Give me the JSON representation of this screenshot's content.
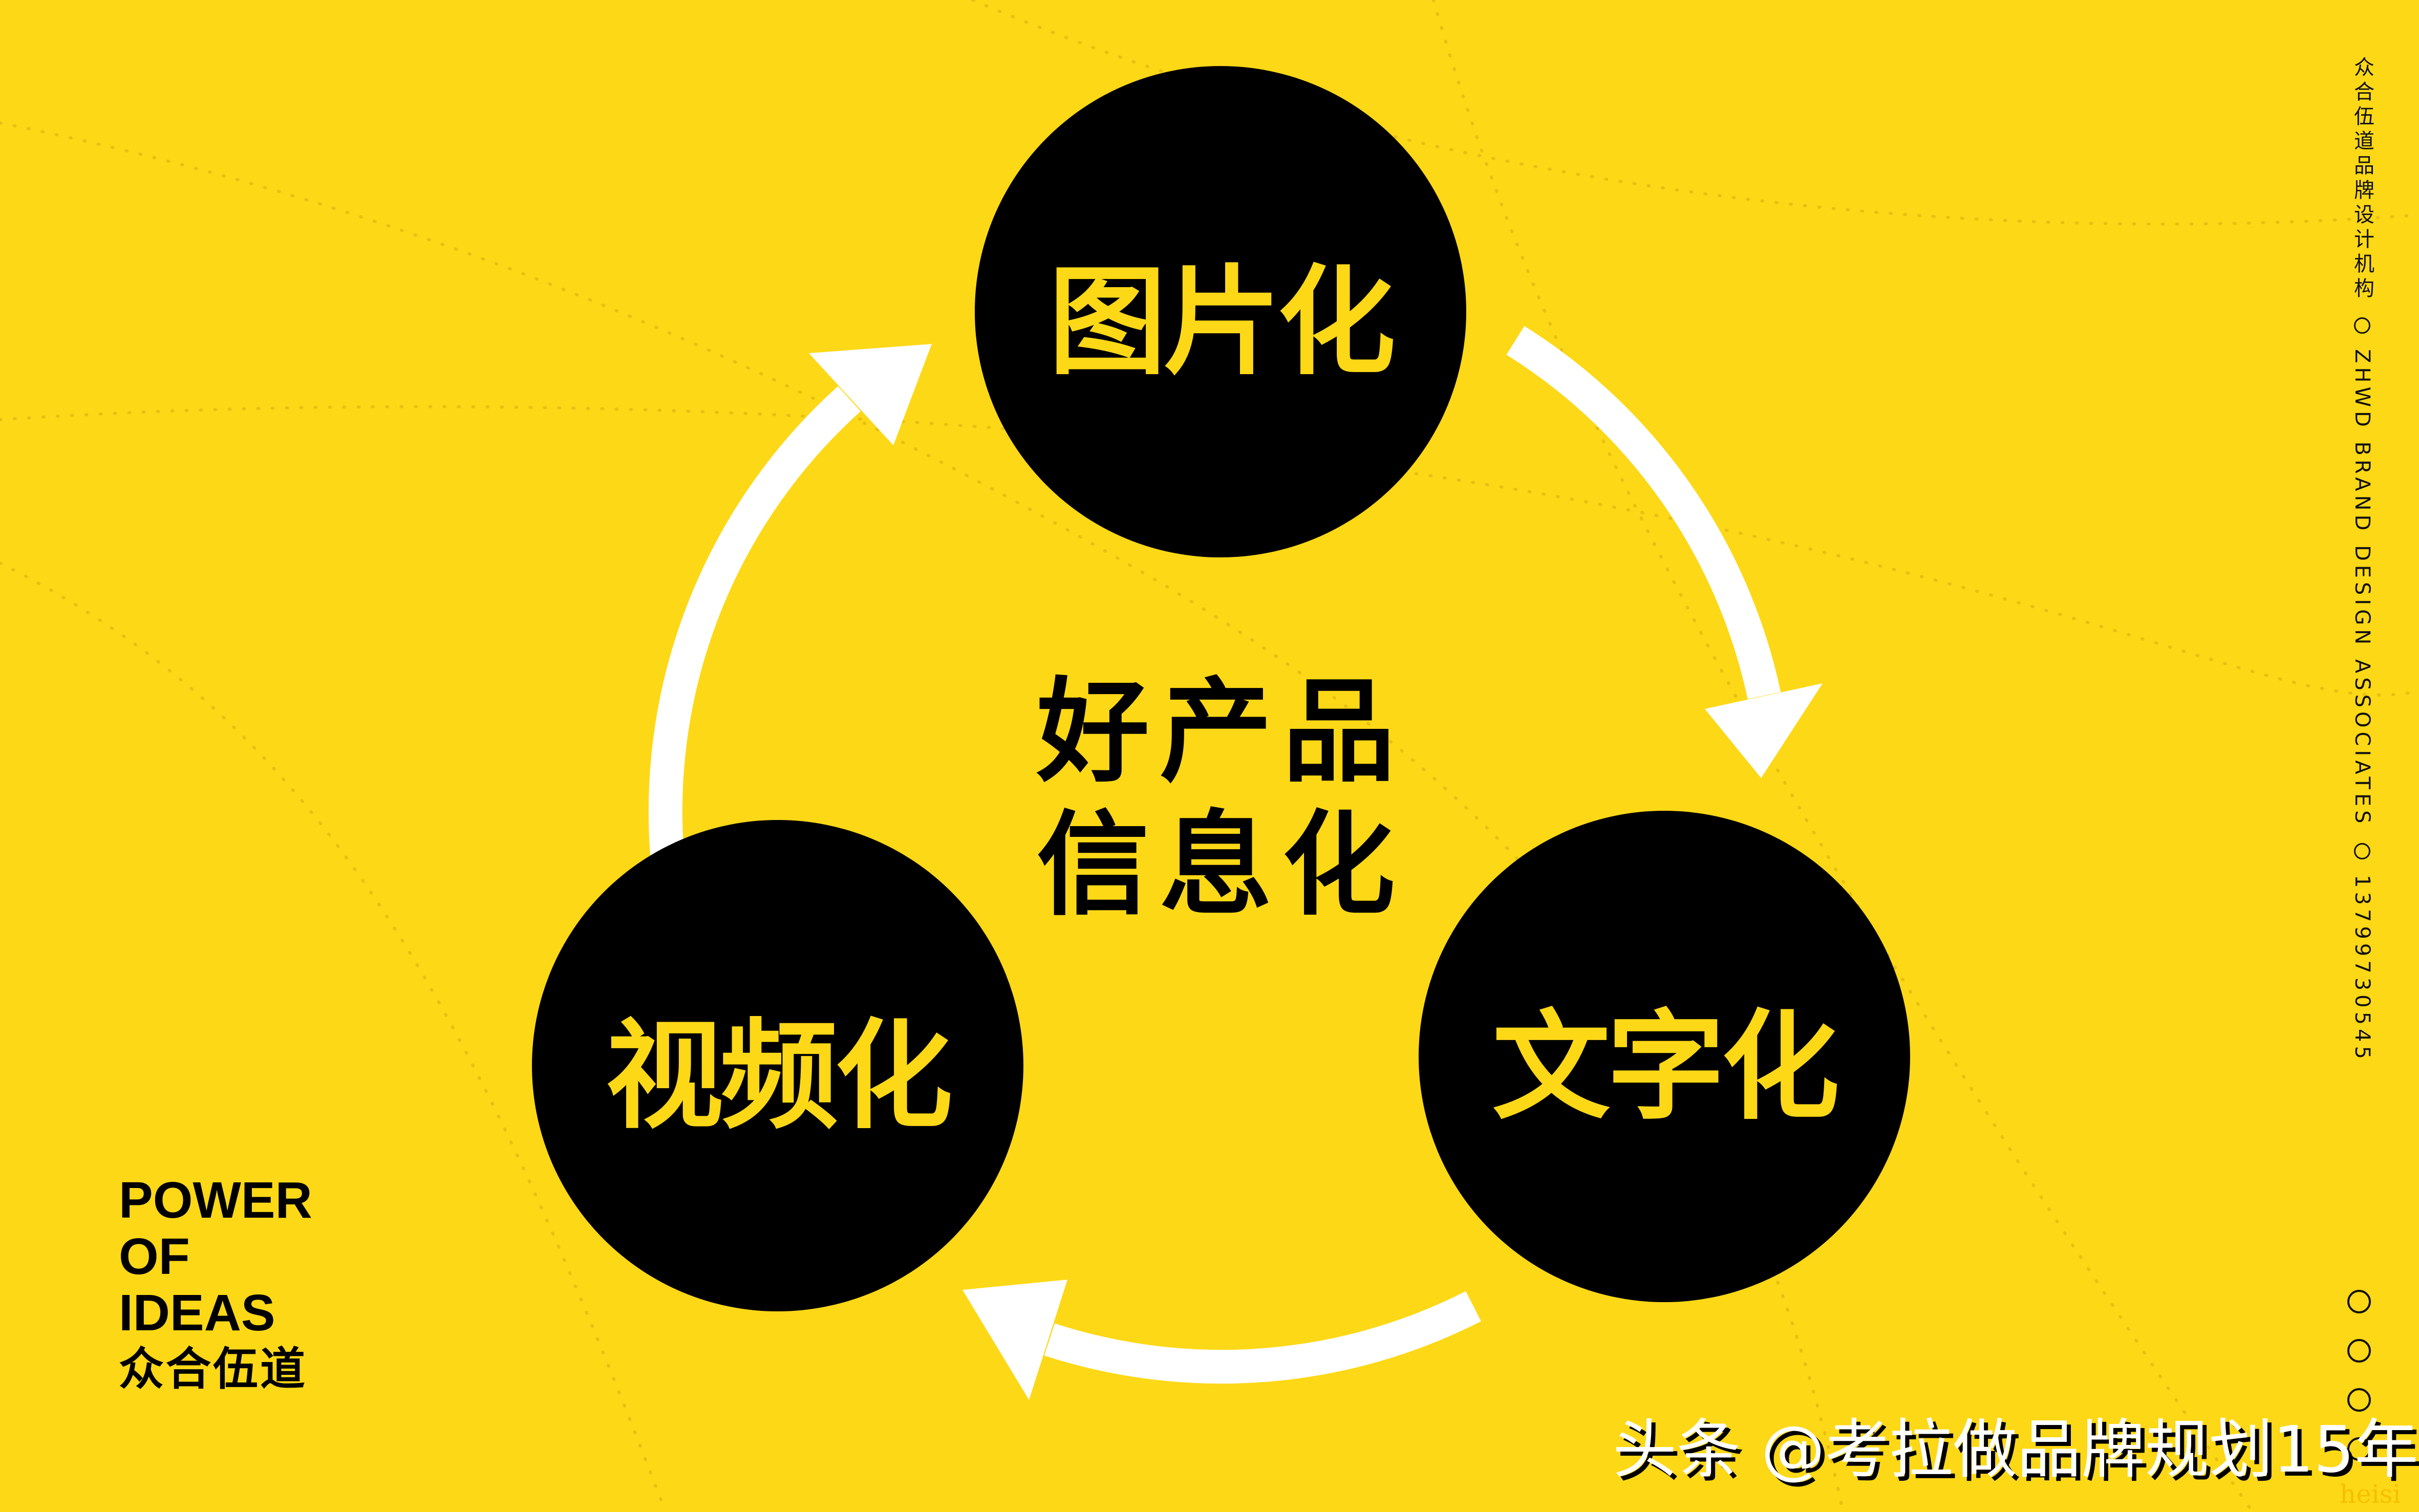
{
  "nodes": {
    "top": "图片化",
    "right": "文字化",
    "left": "视频化"
  },
  "center": {
    "line1": "好产品",
    "line2": "信息化"
  },
  "logo": {
    "line1": "POWER",
    "line2": "OF",
    "line3": "IDEAS",
    "cn": "众合伍道"
  },
  "side": {
    "cn": "众合伍道品牌设计机构",
    "en": "ZHWD BRAND DESIGN ASSOCIATES",
    "phone": "13799730545"
  },
  "watermark": "头条 @考拉做品牌规划15年",
  "corner_mark": "heisi",
  "colors": {
    "background": "#FDD816",
    "circle": "#000000",
    "arrow": "#FFFFFF"
  }
}
